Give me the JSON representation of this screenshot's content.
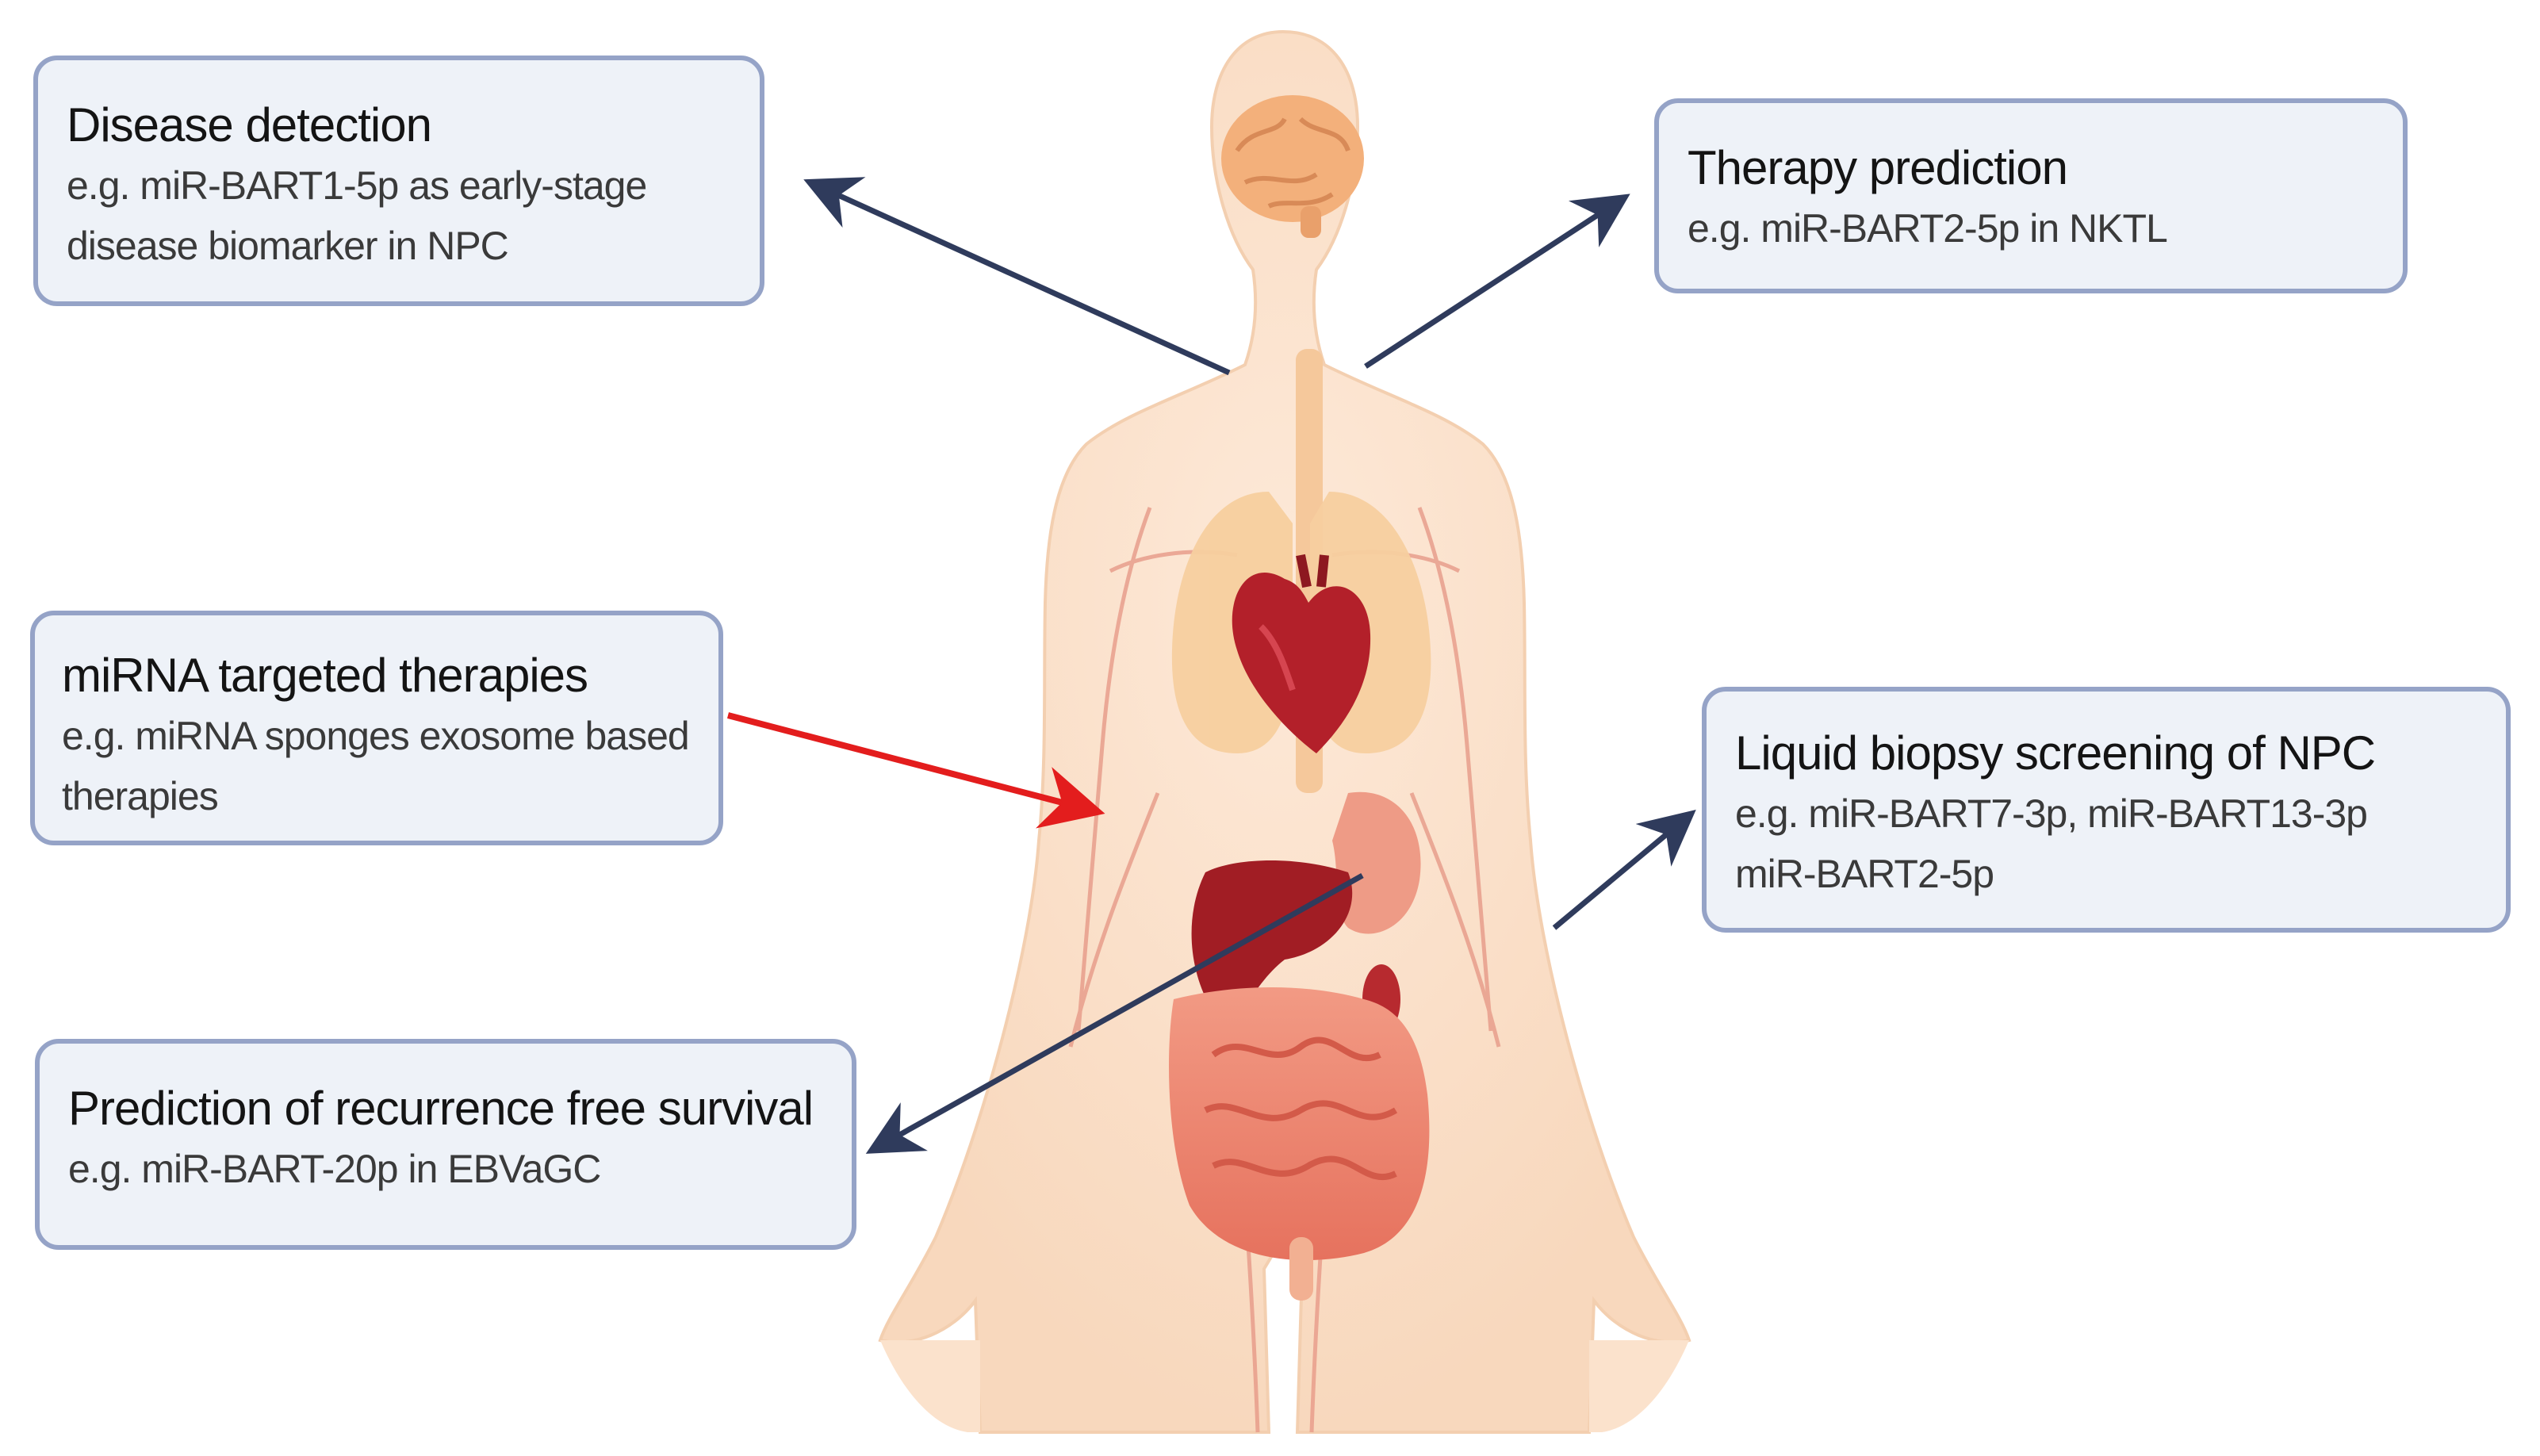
{
  "boxes": {
    "detection": {
      "title": "Disease detection",
      "line1": "e.g. miR-BART1-5p as  early-stage",
      "line2": "disease biomarker in NPC"
    },
    "therapy": {
      "title": "Therapy prediction",
      "line1": "e.g. miR-BART2-5p in NKTL"
    },
    "mirna": {
      "title": "miRNA targeted therapies",
      "line1": "e.g. miRNA sponges exosome based",
      "line2": "therapies"
    },
    "liquid": {
      "title": "Liquid biopsy screening of NPC",
      "line1": "e.g. miR-BART7-3p, miR-BART13-3p",
      "line2": "miR-BART2-5p"
    },
    "recurrence": {
      "title": "Prediction of recurrence free survival",
      "line1": "e.g. miR-BART-20p in EBVaGC"
    }
  },
  "colors": {
    "box_fill": "#eef2f8",
    "box_border": "#95a3c7",
    "arrow_dark": "#2f3b5c",
    "arrow_red": "#e31d1d",
    "skin": "#fbe2cc",
    "heart": "#b3202a",
    "liver": "#a11d24",
    "lungs": "#f7cf9f",
    "intestine": "#ee8a76",
    "brain": "#f3b07b"
  },
  "icons": [
    "human-body-illustration",
    "brain-icon",
    "heart-icon",
    "lungs-icon",
    "liver-icon",
    "intestine-icon"
  ]
}
